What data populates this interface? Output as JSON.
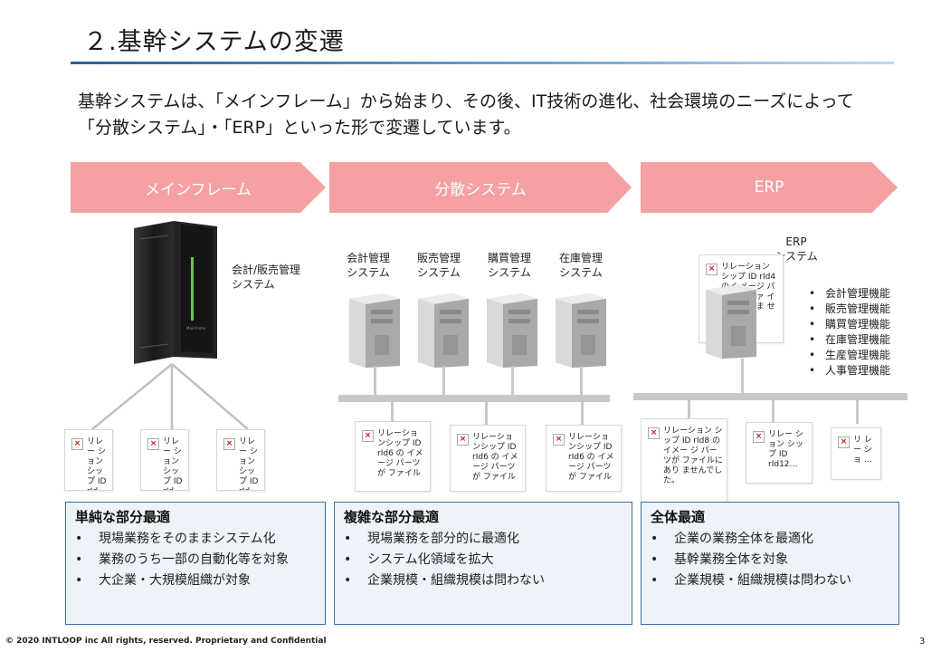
{
  "title": "２.基幹システムの変遷",
  "intro": {
    "line1": "基幹システムは、「メインフレーム」から始まり、その後、IT技術の進化、社会環境のニーズによって",
    "line2": "「分散システム」・「ERP」といった形で変遷しています。"
  },
  "banners": [
    "メインフレーム",
    "分散システム",
    "ERP"
  ],
  "mainframe": {
    "label_line1": "会計/販売管理",
    "label_line2": "システム",
    "logo_text": "Mainframe"
  },
  "distributed": {
    "servers": [
      {
        "line1": "会計管理",
        "line2": "システム"
      },
      {
        "line1": "販売管理",
        "line2": "システム"
      },
      {
        "line1": "購買管理",
        "line2": "システム"
      },
      {
        "line1": "在庫管理",
        "line2": "システム"
      }
    ]
  },
  "erp": {
    "label_line1": "ERP",
    "label_line2": "システム",
    "functions": [
      "会計管理機能",
      "販売管理機能",
      "購買管理機能",
      "在庫管理機能",
      "生産管理機能",
      "人事管理機能"
    ],
    "overlay_placeholder": "リレーション シップ ID rId4 のイ メージ パーツ がファ イルに ありま せんで"
  },
  "placeholders": {
    "mainframe": [
      "リレー ション シップ ID rId…",
      "リレー ション シップ ID rId…",
      "リレー ション シップ ID rId…"
    ],
    "distributed": [
      "リレーショ ンシップ ID rId6 の イメージ パーツが ファイル",
      "リレーショ ンシップ ID rId6 の イメージ パーツが ファイル",
      "リレーショ ンシップ ID rId6 の イメージ パーツが ファイル"
    ],
    "erp": [
      "リレーション シップ ID rId8 のイメー ジ パーツが ファイルにあり ませんでし た。",
      "リレー ション シップ ID rId12…",
      "リ レー ショ …"
    ]
  },
  "boxes": [
    {
      "heading": "単純な部分最適",
      "items": [
        "現場業務をそのままシステム化",
        "業務のうち一部の自動化等を対象",
        "大企業・大規模組織が対象"
      ]
    },
    {
      "heading": "複雑な部分最適",
      "items": [
        "現場業務を部分的に最適化",
        "システム化領域を拡大",
        "企業規模・組織規模は問わない"
      ]
    },
    {
      "heading": "全体最適",
      "items": [
        "企業の業務全体を最適化",
        "基幹業務全体を対象",
        "企業規模・組織規模は問わない"
      ]
    }
  ],
  "bullet": "•",
  "footer": "© 2020 INTLOOP inc All rights, reserved.  Proprietary and Confidential",
  "page_number": "3",
  "colors": {
    "banner": "#f5a0a3",
    "box_border": "#3c6da3",
    "box_fill": "#eef3f9",
    "connector": "#c8c8c8"
  }
}
